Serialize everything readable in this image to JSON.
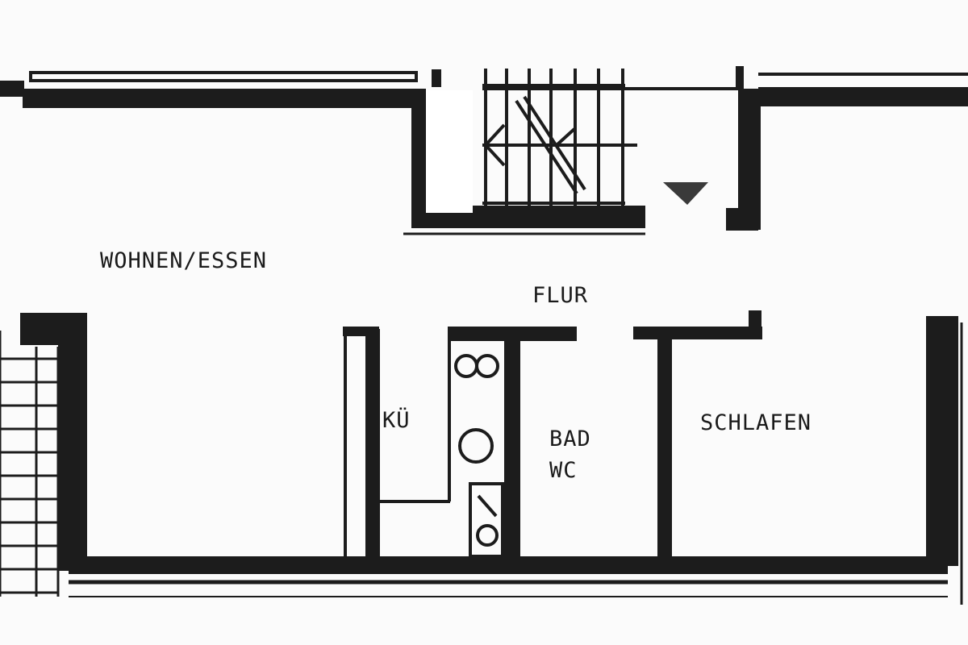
{
  "rooms": {
    "wohnen_essen": "WOHNEN/ESSEN",
    "flur": "FLUR",
    "kueche": "KÜ",
    "bad_line1": "BAD",
    "bad_line2": "WC",
    "schlafen": "SCHLAFEN"
  },
  "colors": {
    "wall": "#1c1c1c",
    "paper": "#fbfbfb"
  }
}
